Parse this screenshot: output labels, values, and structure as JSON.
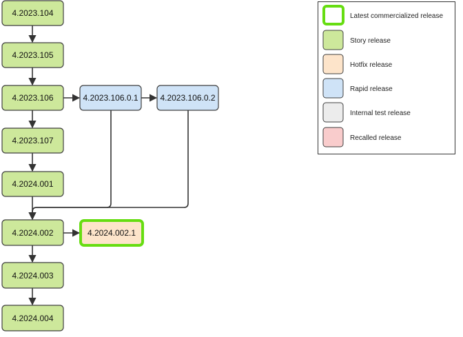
{
  "legend": {
    "items": [
      {
        "key": "latest",
        "label": "Latest commercialized release",
        "fill": "#ffffff",
        "stroke": "#66dd11"
      },
      {
        "key": "story",
        "label": "Story release",
        "fill": "#cde89b",
        "stroke": "#3f3f3f"
      },
      {
        "key": "hotfix",
        "label": "Hotfix release",
        "fill": "#fde4ca",
        "stroke": "#3f3f3f"
      },
      {
        "key": "rapid",
        "label": "Rapid release",
        "fill": "#cfe3f7",
        "stroke": "#3f3f3f"
      },
      {
        "key": "internal",
        "label": "Internal test release",
        "fill": "#ececec",
        "stroke": "#3f3f3f"
      },
      {
        "key": "recalled",
        "label": "Recalled release",
        "fill": "#f9cccc",
        "stroke": "#3f3f3f"
      }
    ]
  },
  "colors": {
    "story": "#cde89b",
    "hotfix": "#fde4ca",
    "rapid": "#cfe3f7",
    "latest_border": "#66dd11",
    "edge": "#333333"
  },
  "nodes": [
    {
      "id": "n4_2023_104",
      "label": "4.2023.104",
      "kind": "story"
    },
    {
      "id": "n4_2023_105",
      "label": "4.2023.105",
      "kind": "story"
    },
    {
      "id": "n4_2023_106",
      "label": "4.2023.106",
      "kind": "story"
    },
    {
      "id": "n4_2023_106_0_1",
      "label": "4.2023.106.0.1",
      "kind": "rapid"
    },
    {
      "id": "n4_2023_106_0_2",
      "label": "4.2023.106.0.2",
      "kind": "rapid"
    },
    {
      "id": "n4_2023_107",
      "label": "4.2023.107",
      "kind": "story"
    },
    {
      "id": "n4_2024_001",
      "label": "4.2024.001",
      "kind": "story"
    },
    {
      "id": "n4_2024_002",
      "label": "4.2024.002",
      "kind": "story"
    },
    {
      "id": "n4_2024_002_1",
      "label": "4.2024.002.1",
      "kind": "hotfix",
      "latest": true
    },
    {
      "id": "n4_2024_003",
      "label": "4.2024.003",
      "kind": "story"
    },
    {
      "id": "n4_2024_004",
      "label": "4.2024.004",
      "kind": "story"
    }
  ],
  "edges": [
    {
      "from": "n4_2023_104",
      "to": "n4_2023_105"
    },
    {
      "from": "n4_2023_105",
      "to": "n4_2023_106"
    },
    {
      "from": "n4_2023_106",
      "to": "n4_2023_107"
    },
    {
      "from": "n4_2023_106",
      "to": "n4_2023_106_0_1"
    },
    {
      "from": "n4_2023_106_0_1",
      "to": "n4_2023_106_0_2"
    },
    {
      "from": "n4_2023_107",
      "to": "n4_2024_001"
    },
    {
      "from": "n4_2024_001",
      "to": "n4_2024_002"
    },
    {
      "from": "n4_2023_106_0_1",
      "to": "n4_2024_002"
    },
    {
      "from": "n4_2023_106_0_2",
      "to": "n4_2024_002"
    },
    {
      "from": "n4_2024_002",
      "to": "n4_2024_002_1"
    },
    {
      "from": "n4_2024_002",
      "to": "n4_2024_003"
    },
    {
      "from": "n4_2024_003",
      "to": "n4_2024_004"
    }
  ]
}
